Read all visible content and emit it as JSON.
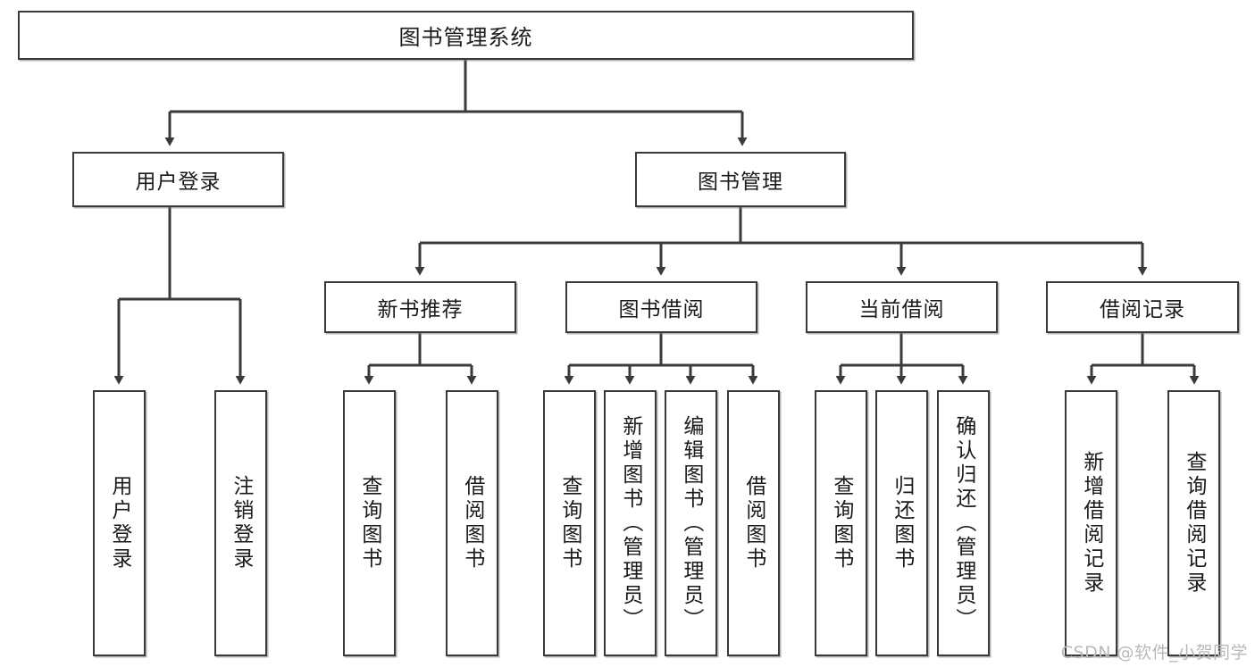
{
  "diagram": {
    "title": "图书管理系统",
    "type": "tree",
    "orientation": "top-down",
    "line_color": "#3a3a3a",
    "box_fill": "#ffffff",
    "text_color": "#1a1a1a",
    "watermark": "CSDN @软件_小贺同学"
  },
  "nodes": {
    "root": {
      "label": "图书管理系统",
      "level": 1
    },
    "level2": [
      {
        "id": "user-login",
        "label": "用户登录"
      },
      {
        "id": "book-manage",
        "label": "图书管理"
      }
    ],
    "level3": [
      {
        "id": "new-book-recommend",
        "label": "新书推荐",
        "parent": "book-manage"
      },
      {
        "id": "book-borrow",
        "label": "图书借阅",
        "parent": "book-manage"
      },
      {
        "id": "current-borrow",
        "label": "当前借阅",
        "parent": "book-manage"
      },
      {
        "id": "borrow-record",
        "label": "借阅记录",
        "parent": "book-manage"
      }
    ],
    "leaves": [
      {
        "id": "leaf-user-login",
        "label": "用户登录",
        "parent": "user-login"
      },
      {
        "id": "leaf-user-logout",
        "label": "注销登录",
        "parent": "user-login"
      },
      {
        "id": "leaf-query-book-1",
        "label": "查询图书",
        "parent": "new-book-recommend"
      },
      {
        "id": "leaf-borrow-book-1",
        "label": "借阅图书",
        "parent": "new-book-recommend"
      },
      {
        "id": "leaf-query-book-2",
        "label": "查询图书",
        "parent": "book-borrow"
      },
      {
        "id": "leaf-add-book",
        "label": "新增图书（管理员）",
        "parent": "book-borrow"
      },
      {
        "id": "leaf-edit-book",
        "label": "编辑图书（管理员）",
        "parent": "book-borrow"
      },
      {
        "id": "leaf-borrow-book-2",
        "label": "借阅图书",
        "parent": "book-borrow"
      },
      {
        "id": "leaf-query-book-3",
        "label": "查询图书",
        "parent": "current-borrow"
      },
      {
        "id": "leaf-return-book",
        "label": "归还图书",
        "parent": "current-borrow"
      },
      {
        "id": "leaf-confirm-return",
        "label": "确认归还（管理员）",
        "parent": "current-borrow"
      },
      {
        "id": "leaf-add-record",
        "label": "新增借阅记录",
        "parent": "borrow-record"
      },
      {
        "id": "leaf-query-record",
        "label": "查询借阅记录",
        "parent": "borrow-record"
      }
    ]
  }
}
